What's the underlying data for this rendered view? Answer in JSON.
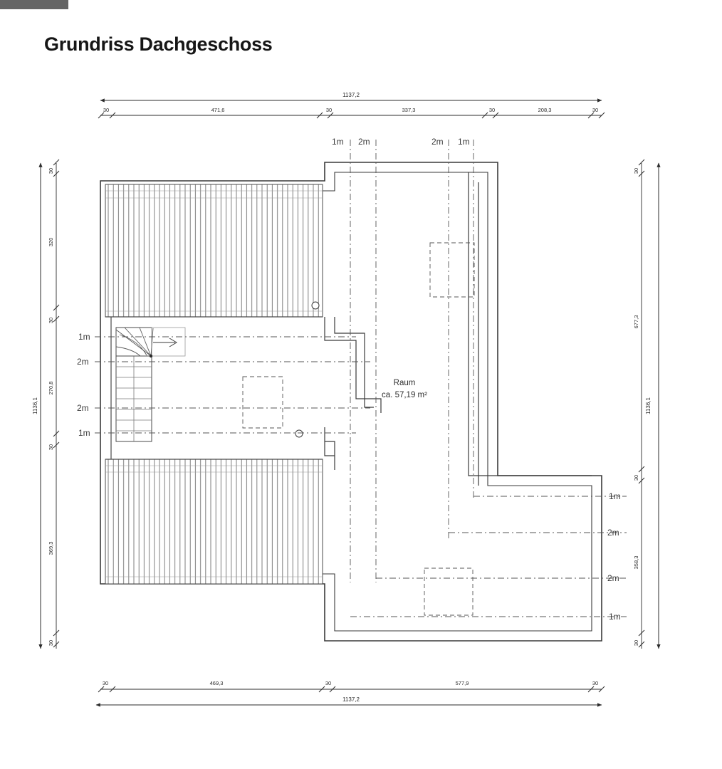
{
  "title": "Grundriss Dachgeschoss",
  "room": {
    "name": "Raum",
    "area": "ca. 57,19 m²"
  },
  "dimensions": {
    "top_total": "1137,2",
    "top_chain": [
      "30",
      "471,6",
      "30",
      "337,3",
      "30",
      "208,3",
      "30"
    ],
    "bottom_total": "1137,2",
    "bottom_chain": [
      "30",
      "469,3",
      "30",
      "577,9",
      "30"
    ],
    "left_total": "1136,1",
    "left_chain": [
      "30",
      "320",
      "30",
      "270,8",
      "30",
      "369,3",
      "30"
    ],
    "right_total": "1136,1",
    "right_chain": [
      "30",
      "677,3",
      "30",
      "358,3",
      "30"
    ]
  },
  "height_markers": {
    "top": [
      "1m",
      "2m",
      "2m",
      "1m"
    ],
    "left": [
      "1m",
      "2m",
      "2m",
      "1m"
    ],
    "right": [
      "1m",
      "2m",
      "2m",
      "1m"
    ]
  },
  "colors": {
    "ink": "#2b2b2b",
    "wall": "#3a3a3a",
    "hatch": "#6e6e6e",
    "dashed": "#555555",
    "paper": "#ffffff"
  }
}
